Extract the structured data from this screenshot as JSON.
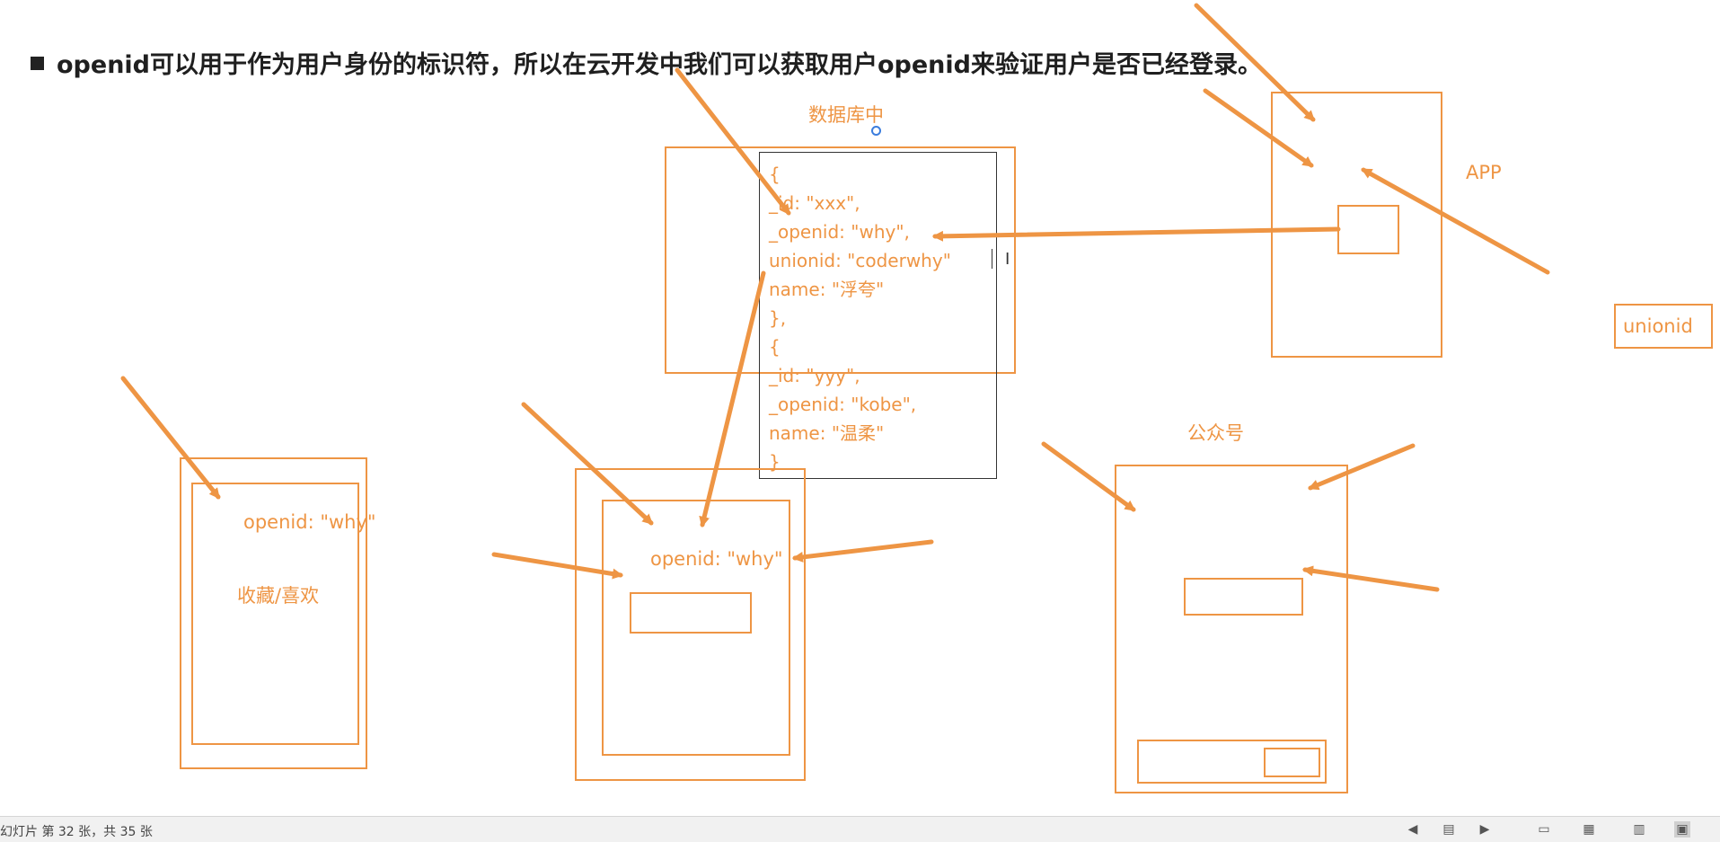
{
  "heading": "openid可以用于作为用户身份的标识符，所以在云开发中我们可以获取用户openid来验证用户是否已经登录。",
  "labels": {
    "database": "数据库中",
    "app": "APP",
    "unionid": "unionid",
    "official_account": "公众号",
    "favorites": "收藏/喜欢",
    "openid_left": "openid: \"why\"",
    "openid_middle": "openid: \"why\""
  },
  "db_records": [
    "{",
    " _id: \"xxx\",",
    " _openid: \"why\",",
    " unionid: \"coderwhy\"",
    " name: \"浮夸\"",
    "},",
    "{",
    "  _id: \"yyy\",",
    "  _openid: \"kobe\",",
    "  name: \"温柔\"",
    "}"
  ],
  "status_bar": {
    "slide_info": "幻灯片 第 32 张，共 35 张"
  },
  "colors": {
    "accent": "#ee9544",
    "text": "#1f1f1f",
    "status_bg": "#f1f1f1"
  },
  "icons": [
    "slideshow-prev-icon",
    "notes-icon",
    "slideshow-next-icon",
    "normal-view-icon",
    "slide-sorter-icon",
    "reading-view-icon",
    "presenter-view-icon"
  ]
}
